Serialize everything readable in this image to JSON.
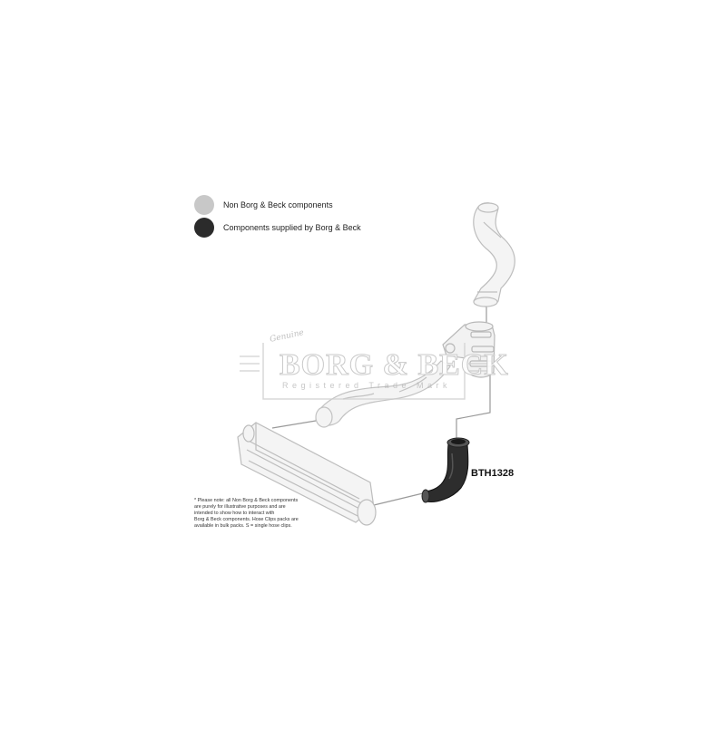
{
  "legend": {
    "non_bb_label": "Non Borg & Beck components",
    "bb_label": "Components supplied by Borg & Beck",
    "non_bb_color": "#c8c8c8",
    "bb_color": "#2b2b2b"
  },
  "part_number": "BTH1328",
  "note_lines": [
    "* Please note: all Non Borg & Beck components",
    "are purely for illustrative purposes and are",
    "intended to show how to interact with",
    "Borg & Beck components. Hose Clips packs are",
    "available in bulk packs. S = single hose clips."
  ],
  "watermark": {
    "genuine": "Genuine",
    "brand": "BORG & BECK",
    "sub": "Registered Trade Mark"
  },
  "components": [
    {
      "name": "upper-turbo-hose",
      "supplied": false
    },
    {
      "name": "throttle-body-connector",
      "supplied": false
    },
    {
      "name": "intake-pipe",
      "supplied": false
    },
    {
      "name": "intercooler",
      "supplied": false
    },
    {
      "name": "intercooler-outlet-hose",
      "supplied": true
    }
  ]
}
